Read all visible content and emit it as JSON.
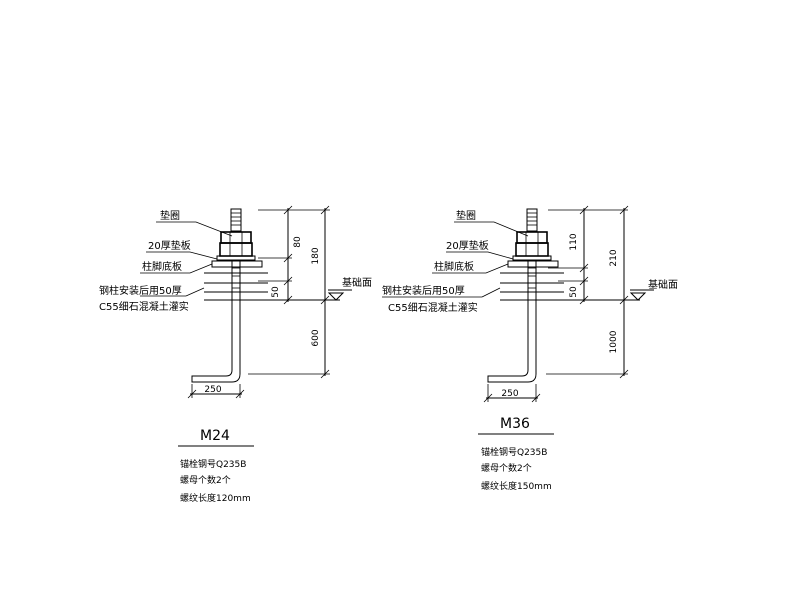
{
  "details": {
    "left": {
      "labels": {
        "washer": "垫圈",
        "pad_20": "20厚垫板",
        "base_plate": "柱脚底板",
        "grout": "钢柱安装后用50厚",
        "concrete": "C55细石混凝土灌实",
        "foundation_top": "基础面"
      },
      "dims": {
        "d80": "80",
        "d180": "180",
        "d50": "50",
        "d600": "600",
        "d250": "250"
      },
      "title": "M24",
      "notes": [
        "锚栓钢号Q235B",
        "螺母个数2个",
        "螺纹长度120mm"
      ]
    },
    "right": {
      "labels": {
        "washer": "垫圈",
        "pad_20": "20厚垫板",
        "base_plate": "柱脚底板",
        "grout": "钢柱安装后用50厚",
        "concrete": "C55细石混凝土灌实",
        "foundation_top": "基础面"
      },
      "dims": {
        "d110": "110",
        "d210": "210",
        "d50": "50",
        "d1000": "1000",
        "d250": "250"
      },
      "title": "M36",
      "notes": [
        "锚栓钢号Q235B",
        "螺母个数2个",
        "螺纹长度150mm"
      ]
    }
  }
}
